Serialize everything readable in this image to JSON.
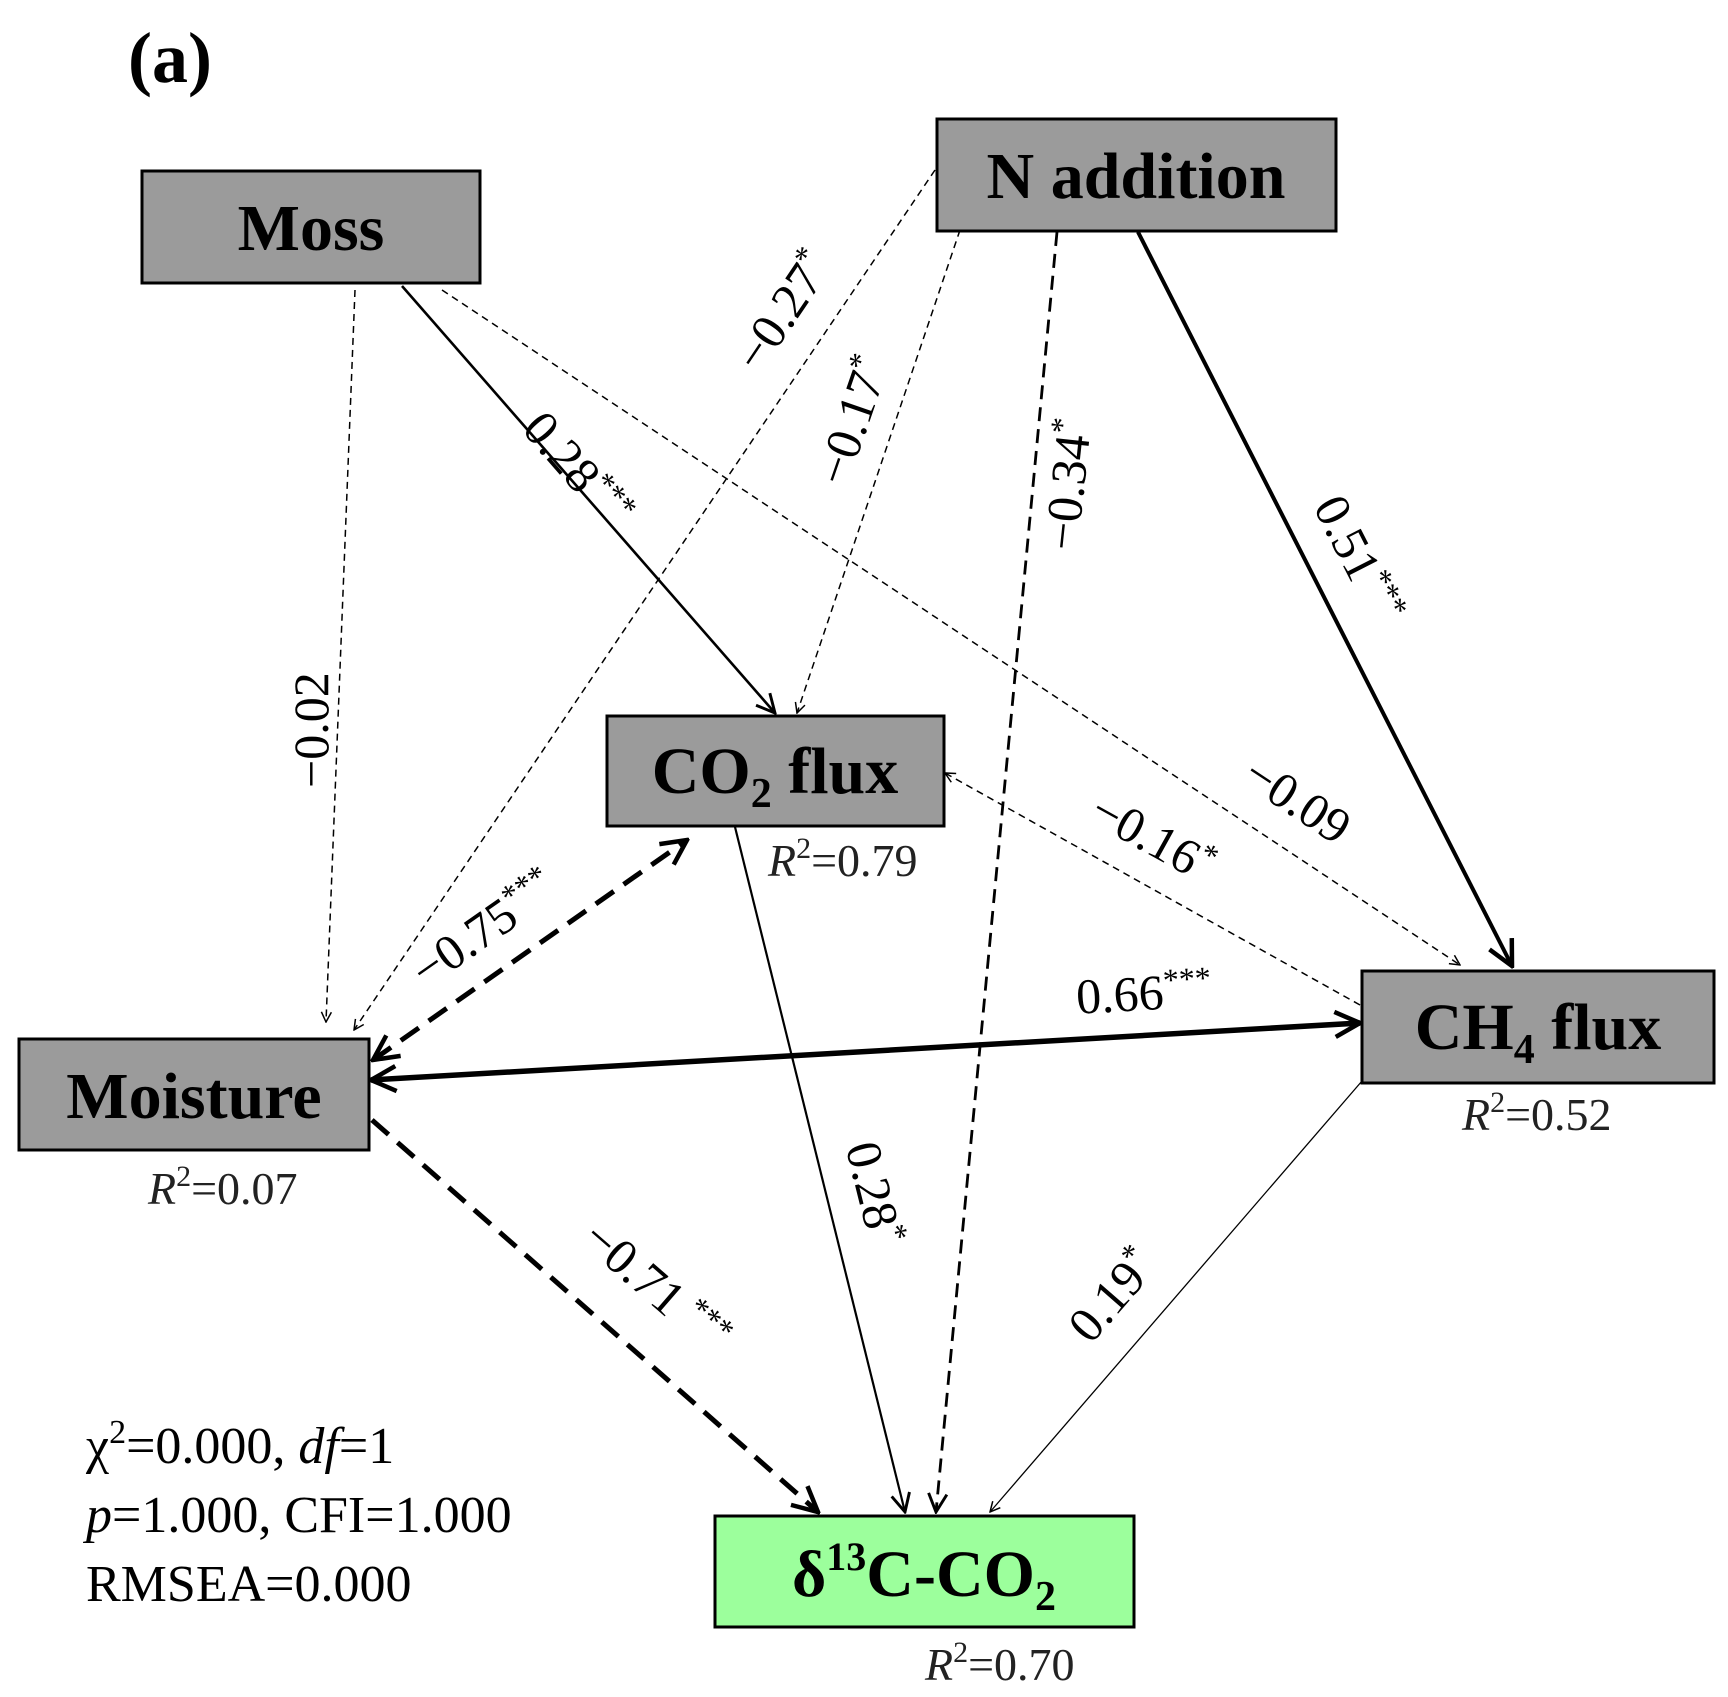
{
  "panel_label": "(a)",
  "colors": {
    "node_fill": "#9b9b9b",
    "target_fill": "#9cff9c",
    "stroke": "#000000"
  },
  "nodes": {
    "moss": {
      "label": "Moss"
    },
    "n_addition": {
      "label": "N addition"
    },
    "co2_flux": {
      "label_main": "CO",
      "label_sub": "2",
      "label_rest": " flux",
      "r2_label": "R",
      "r2_sup": "2",
      "r2_value": "=0.79"
    },
    "ch4_flux": {
      "label_main": "CH",
      "label_sub": "4",
      "label_rest": " flux",
      "r2_label": "R",
      "r2_sup": "2",
      "r2_value": "=0.52"
    },
    "moisture": {
      "label": "Moisture",
      "r2_label": "R",
      "r2_sup": "2",
      "r2_value": "=0.07"
    },
    "d13c": {
      "label_pre": "δ",
      "label_sup": "13",
      "label_mid": "C-CO",
      "label_sub": "2",
      "r2_label": "R",
      "r2_sup": "2",
      "r2_value": "=0.70"
    }
  },
  "paths": [
    {
      "id": "moss-co2",
      "from": "Moss",
      "to": "CO2 flux",
      "value": "0.28",
      "sig": "***",
      "style": "solid"
    },
    {
      "id": "moss-moisture",
      "from": "Moss",
      "to": "Moisture",
      "value": "−0.02",
      "sig": "",
      "style": "dashed"
    },
    {
      "id": "moss-ch4",
      "from": "Moss",
      "to": "CH4 flux",
      "value": "−0.09",
      "sig": "",
      "style": "dashed"
    },
    {
      "id": "n-moisture",
      "from": "N addition",
      "to": "Moisture",
      "value": "−0.27",
      "sig": "*",
      "style": "dashed"
    },
    {
      "id": "n-co2",
      "from": "N addition",
      "to": "CO2 flux",
      "value": "−0.17",
      "sig": "*",
      "style": "dashed"
    },
    {
      "id": "n-d13c",
      "from": "N addition",
      "to": "δ13C-CO2",
      "value": "−0.34",
      "sig": "*",
      "style": "dashed"
    },
    {
      "id": "n-ch4",
      "from": "N addition",
      "to": "CH4 flux",
      "value": "0.51",
      "sig": "***",
      "style": "solid"
    },
    {
      "id": "ch4-co2",
      "from": "CH4 flux",
      "to": "CO2 flux",
      "value": "−0.16",
      "sig": "*",
      "style": "dashed"
    },
    {
      "id": "moisture-co2",
      "from": "Moisture",
      "to": "CO2 flux",
      "value": "−0.75",
      "sig": "***",
      "style": "dashed"
    },
    {
      "id": "moisture-ch4",
      "from": "Moisture",
      "to": "CH4 flux",
      "value": "0.66",
      "sig": "***",
      "style": "solid"
    },
    {
      "id": "moisture-d13c",
      "from": "Moisture",
      "to": "δ13C-CO2",
      "value": "−0.71",
      "sig": "***",
      "style": "dashed"
    },
    {
      "id": "co2-d13c",
      "from": "CO2 flux",
      "to": "δ13C-CO2",
      "value": "0.28",
      "sig": "*",
      "style": "solid"
    },
    {
      "id": "ch4-d13c",
      "from": "CH4 flux",
      "to": "δ13C-CO2",
      "value": "0.19",
      "sig": "*",
      "style": "solid"
    }
  ],
  "fit": {
    "chi_sym": "χ",
    "chi_sup": "2",
    "chi_value": "=0.000, ",
    "df_label": "df",
    "df_value": "=1",
    "p_label": "p",
    "p_value": "=1.000, CFI=1.000",
    "rmsea": "RMSEA=0.000"
  }
}
